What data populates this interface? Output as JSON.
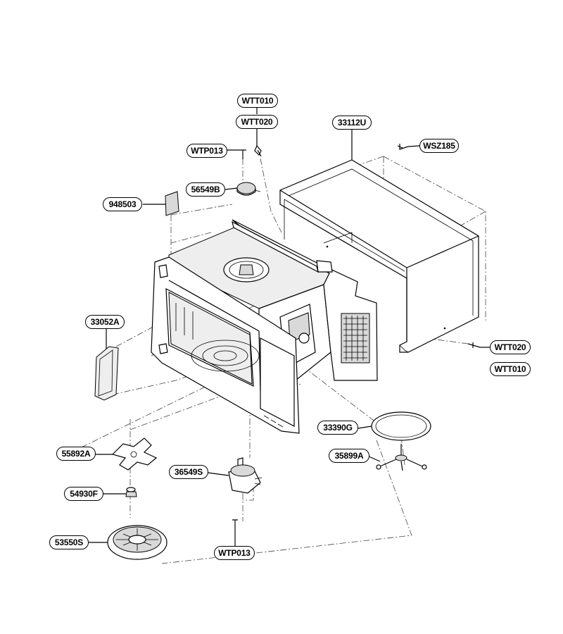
{
  "parts": [
    {
      "id": "wtt010_top",
      "label": "WTT010"
    },
    {
      "id": "wtt020_top",
      "label": "WTT020"
    },
    {
      "id": "u33112",
      "label": "33112U"
    },
    {
      "id": "wtp013_top",
      "label": "WTP013"
    },
    {
      "id": "wsz185",
      "label": "WSZ185"
    },
    {
      "id": "b56549",
      "label": "56549B"
    },
    {
      "id": "p948503",
      "label": "948503"
    },
    {
      "id": "a33052",
      "label": "33052A"
    },
    {
      "id": "wtt020_right",
      "label": "WTT020"
    },
    {
      "id": "wtt010_right",
      "label": "WTT010"
    },
    {
      "id": "g33390",
      "label": "33390G"
    },
    {
      "id": "a35899",
      "label": "35899A"
    },
    {
      "id": "a55892",
      "label": "55892A"
    },
    {
      "id": "s36549",
      "label": "36549S"
    },
    {
      "id": "f54930",
      "label": "54930F"
    },
    {
      "id": "s53550",
      "label": "53550S"
    },
    {
      "id": "wtp013_bottom",
      "label": "WTP013"
    }
  ]
}
